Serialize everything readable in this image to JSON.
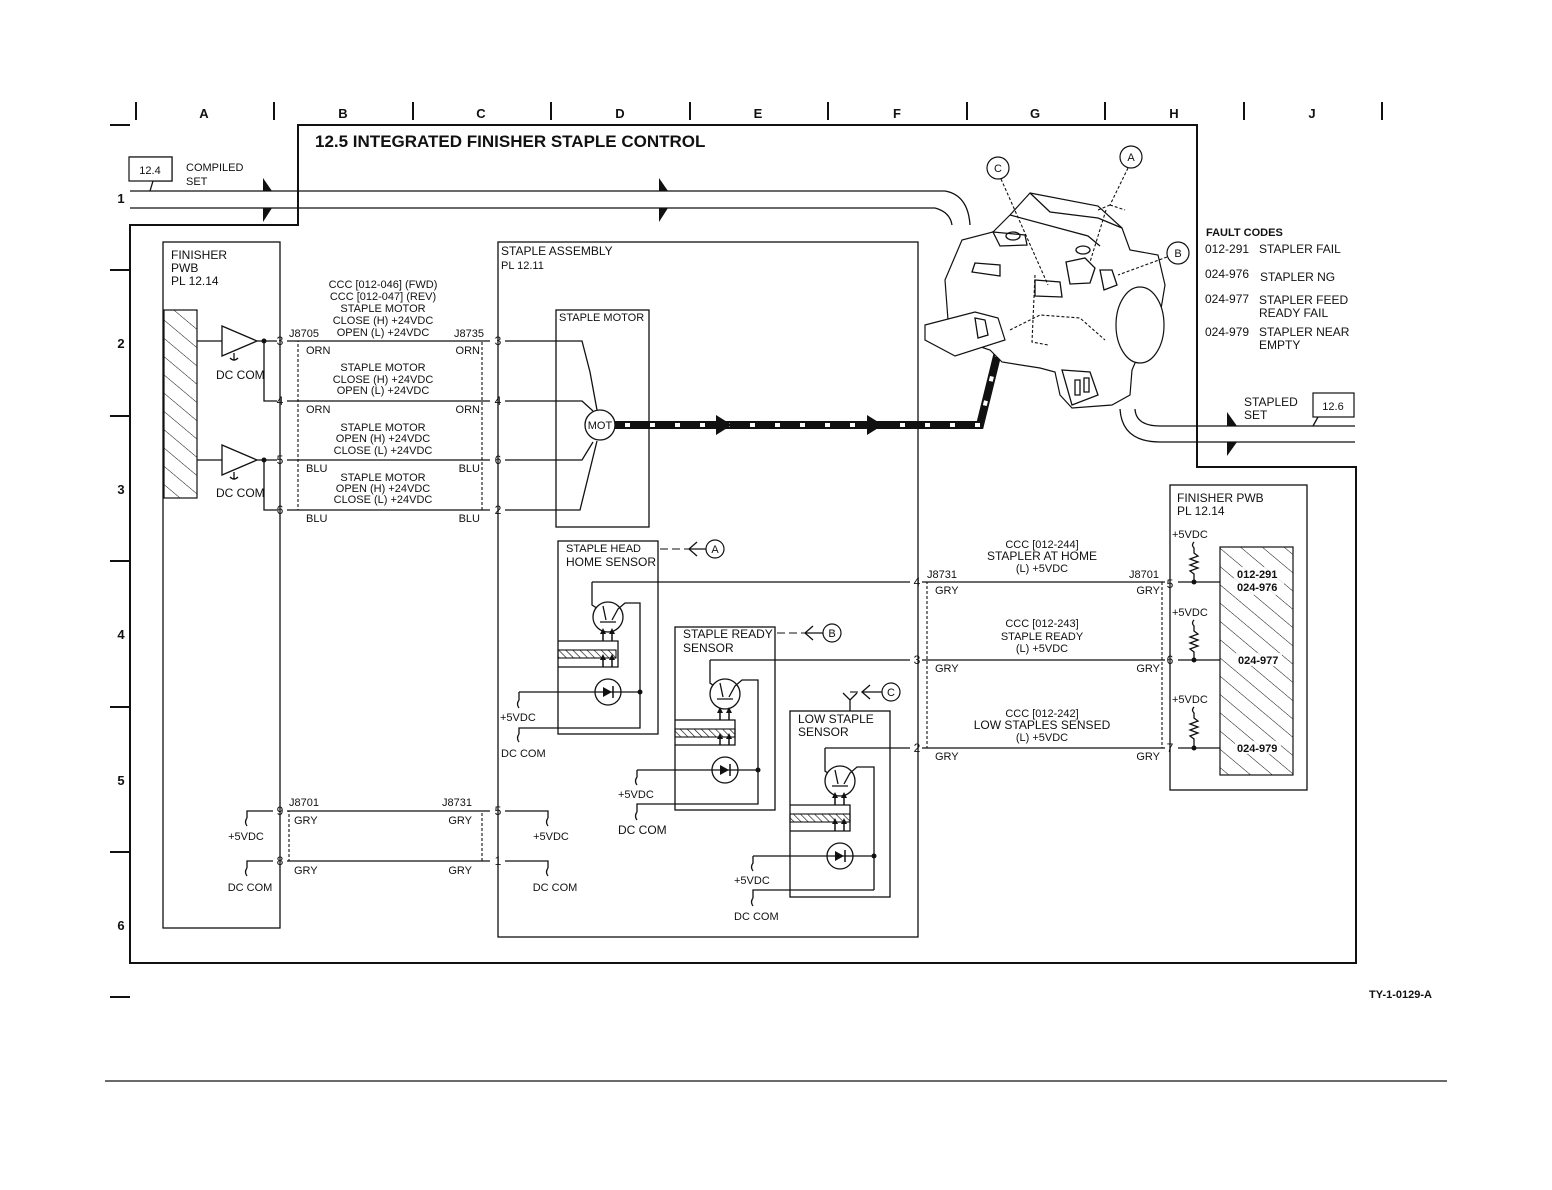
{
  "grid": {
    "columns": [
      "A",
      "B",
      "C",
      "D",
      "E",
      "F",
      "G",
      "H",
      "J"
    ],
    "rows": [
      "1",
      "2",
      "3",
      "4",
      "5",
      "6"
    ]
  },
  "title": "12.5 INTEGRATED FINISHER STAPLE CONTROL",
  "document_id": "TY-1-0129-A",
  "paper_path": {
    "in_ref": "12.4",
    "in_label_1": "COMPILED",
    "in_label_2": "SET",
    "out_ref": "12.6",
    "out_label_1": "STAPLED",
    "out_label_2": "SET"
  },
  "finisher_pwb_left": {
    "name": "FINISHER",
    "name2": "PWB",
    "pl": "PL 12.14",
    "dc_com_1": "DC COM",
    "dc_com_2": "DC COM"
  },
  "motor_wires": {
    "conn_left": "J8705",
    "conn_right": "J8735",
    "header": [
      "CCC [012-046] (FWD)",
      "CCC [012-047] (REV)",
      "STAPLE MOTOR",
      "CLOSE (H) +24VDC",
      "OPEN (L) +24VDC"
    ],
    "wires": [
      {
        "pin_left": "3",
        "pin_right": "3",
        "color_left": "ORN",
        "color_right": "ORN"
      },
      {
        "pin_left": "4",
        "pin_right": "4",
        "color_left": "ORN",
        "color_right": "ORN"
      },
      {
        "pin_left": "5",
        "pin_right": "6",
        "color_left": "BLU",
        "color_right": "BLU"
      },
      {
        "pin_left": "6",
        "pin_right": "2",
        "color_left": "BLU",
        "color_right": "BLU"
      }
    ],
    "label_2": [
      "STAPLE MOTOR",
      "CLOSE (H) +24VDC",
      "OPEN (L) +24VDC"
    ],
    "label_3": [
      "STAPLE MOTOR",
      "OPEN (H) +24VDC",
      "CLOSE (L) +24VDC"
    ],
    "label_4": [
      "STAPLE MOTOR",
      "OPEN (H) +24VDC",
      "CLOSE (L) +24VDC"
    ]
  },
  "staple_assembly": {
    "name": "STAPLE ASSEMBLY",
    "pl": "PL 12.11",
    "motor_box": "STAPLE MOTOR",
    "motor_symbol": "MOT"
  },
  "sensors": [
    {
      "name_1": "STAPLE HEAD",
      "name_2": "HOME SENSOR",
      "ref": "A",
      "vdc": "+5VDC",
      "com": "DC COM",
      "pin": "4"
    },
    {
      "name_1": "STAPLE READY",
      "name_2": "SENSOR",
      "ref": "B",
      "vdc": "+5VDC",
      "com": "DC COM",
      "pin": "3"
    },
    {
      "name_1": "LOW STAPLE",
      "name_2": "SENSOR",
      "ref": "C",
      "vdc": "+5VDC",
      "com": "DC COM",
      "pin": "2"
    }
  ],
  "power_wires": {
    "conn_left": "J8701",
    "conn_right": "J8731",
    "wires": [
      {
        "pin_left": "9",
        "pin_right": "5",
        "color_left": "GRY",
        "color_right": "GRY",
        "label_left": "+5VDC",
        "label_right": "+5VDC"
      },
      {
        "pin_left": "8",
        "pin_right": "1",
        "color_left": "GRY",
        "color_right": "GRY",
        "label_left": "DC COM",
        "label_right": "DC COM"
      }
    ]
  },
  "sensor_wires": {
    "conn_left": "J8731",
    "conn_right": "J8701",
    "wires": [
      {
        "pin_left": "4",
        "pin_right": "5",
        "color_left": "GRY",
        "color_right": "GRY",
        "label": [
          "CCC [012-244]",
          "STAPLER AT HOME",
          "(L) +5VDC"
        ]
      },
      {
        "pin_left": "3",
        "pin_right": "6",
        "color_left": "GRY",
        "color_right": "GRY",
        "label": [
          "CCC [012-243]",
          "STAPLE READY",
          "(L) +5VDC"
        ]
      },
      {
        "pin_left": "2",
        "pin_right": "7",
        "color_left": "GRY",
        "color_right": "GRY",
        "label": [
          "CCC [012-242]",
          "LOW STAPLES SENSED",
          "(L) +5VDC"
        ]
      }
    ]
  },
  "finisher_pwb_right": {
    "name": "FINISHER PWB",
    "pl": "PL 12.14",
    "pullups": [
      "+5VDC",
      "+5VDC",
      "+5VDC"
    ],
    "codes": [
      "012-291",
      "024-976",
      "024-977",
      "024-979"
    ]
  },
  "fault_codes": {
    "title": "FAULT CODES",
    "items": [
      {
        "code": "012-291",
        "desc_1": "STAPLER FAIL",
        "desc_2": ""
      },
      {
        "code": "024-976",
        "desc_1": "STAPLER NG",
        "desc_2": ""
      },
      {
        "code": "024-977",
        "desc_1": "STAPLER FEED",
        "desc_2": "READY FAIL"
      },
      {
        "code": "024-979",
        "desc_1": "STAPLER NEAR",
        "desc_2": "EMPTY"
      }
    ]
  },
  "callouts": [
    "A",
    "B",
    "C"
  ]
}
